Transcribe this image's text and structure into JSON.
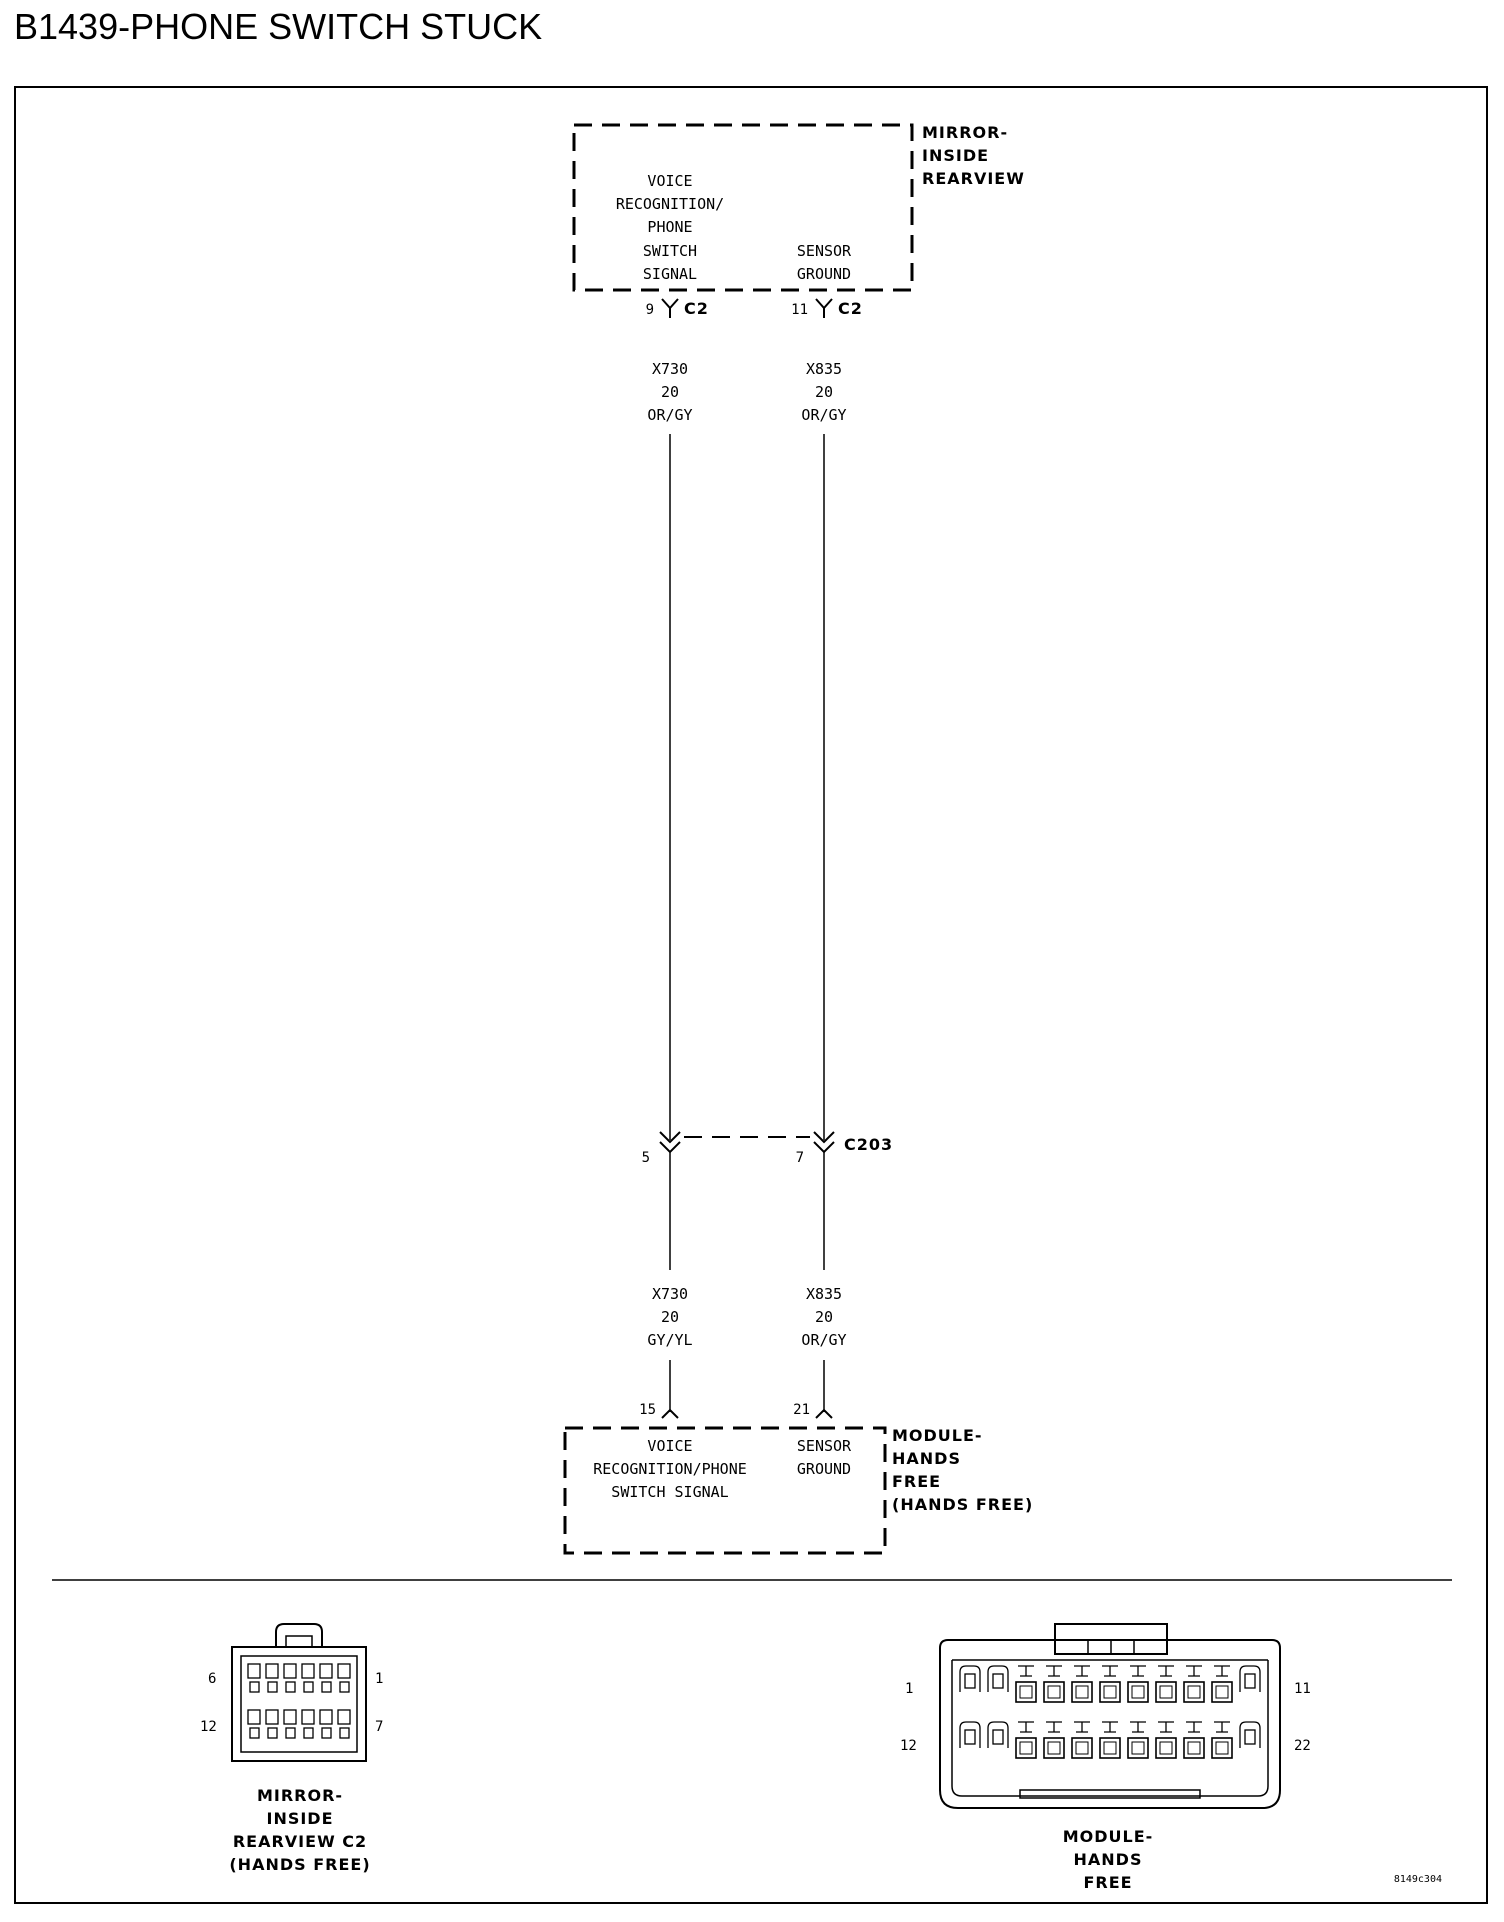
{
  "title": "B1439-PHONE SWITCH STUCK",
  "mirror": {
    "name_lines": [
      "MIRROR-",
      "INSIDE",
      "REARVIEW"
    ],
    "signal_lines": [
      "VOICE",
      "RECOGNITION/",
      "PHONE",
      "SWITCH",
      "SIGNAL"
    ],
    "ground_lines": [
      "SENSOR",
      "GROUND"
    ],
    "pin_signal": "9",
    "pin_ground": "11",
    "connector": "C2"
  },
  "wires_upper": {
    "signal_lines": [
      "X730",
      "20",
      "OR/GY"
    ],
    "ground_lines": [
      "X835",
      "20",
      "OR/GY"
    ]
  },
  "c203": {
    "name": "C203",
    "pin_signal": "5",
    "pin_ground": "7"
  },
  "wires_lower": {
    "signal_lines": [
      "X730",
      "20",
      "GY/YL"
    ],
    "ground_lines": [
      "X835",
      "20",
      "OR/GY"
    ]
  },
  "module": {
    "name_lines": [
      "MODULE-",
      "HANDS",
      "FREE",
      "(HANDS FREE)"
    ],
    "signal_lines": [
      "VOICE",
      "RECOGNITION/PHONE",
      "SWITCH SIGNAL"
    ],
    "ground_lines": [
      "SENSOR",
      "GROUND"
    ],
    "pin_signal": "15",
    "pin_ground": "21"
  },
  "connector_views": {
    "mirror_c2": {
      "pin_top_left": "6",
      "pin_top_right": "1",
      "pin_bottom_left": "12",
      "pin_bottom_right": "7",
      "caption_lines": [
        "MIRROR-",
        "INSIDE",
        "REARVIEW C2",
        "(HANDS FREE)"
      ]
    },
    "module": {
      "pin_top_left": "1",
      "pin_top_right": "11",
      "pin_bottom_left": "12",
      "pin_bottom_right": "22",
      "caption_lines": [
        "MODULE-",
        "HANDS",
        "FREE"
      ]
    }
  },
  "figure_id": "8149c304"
}
